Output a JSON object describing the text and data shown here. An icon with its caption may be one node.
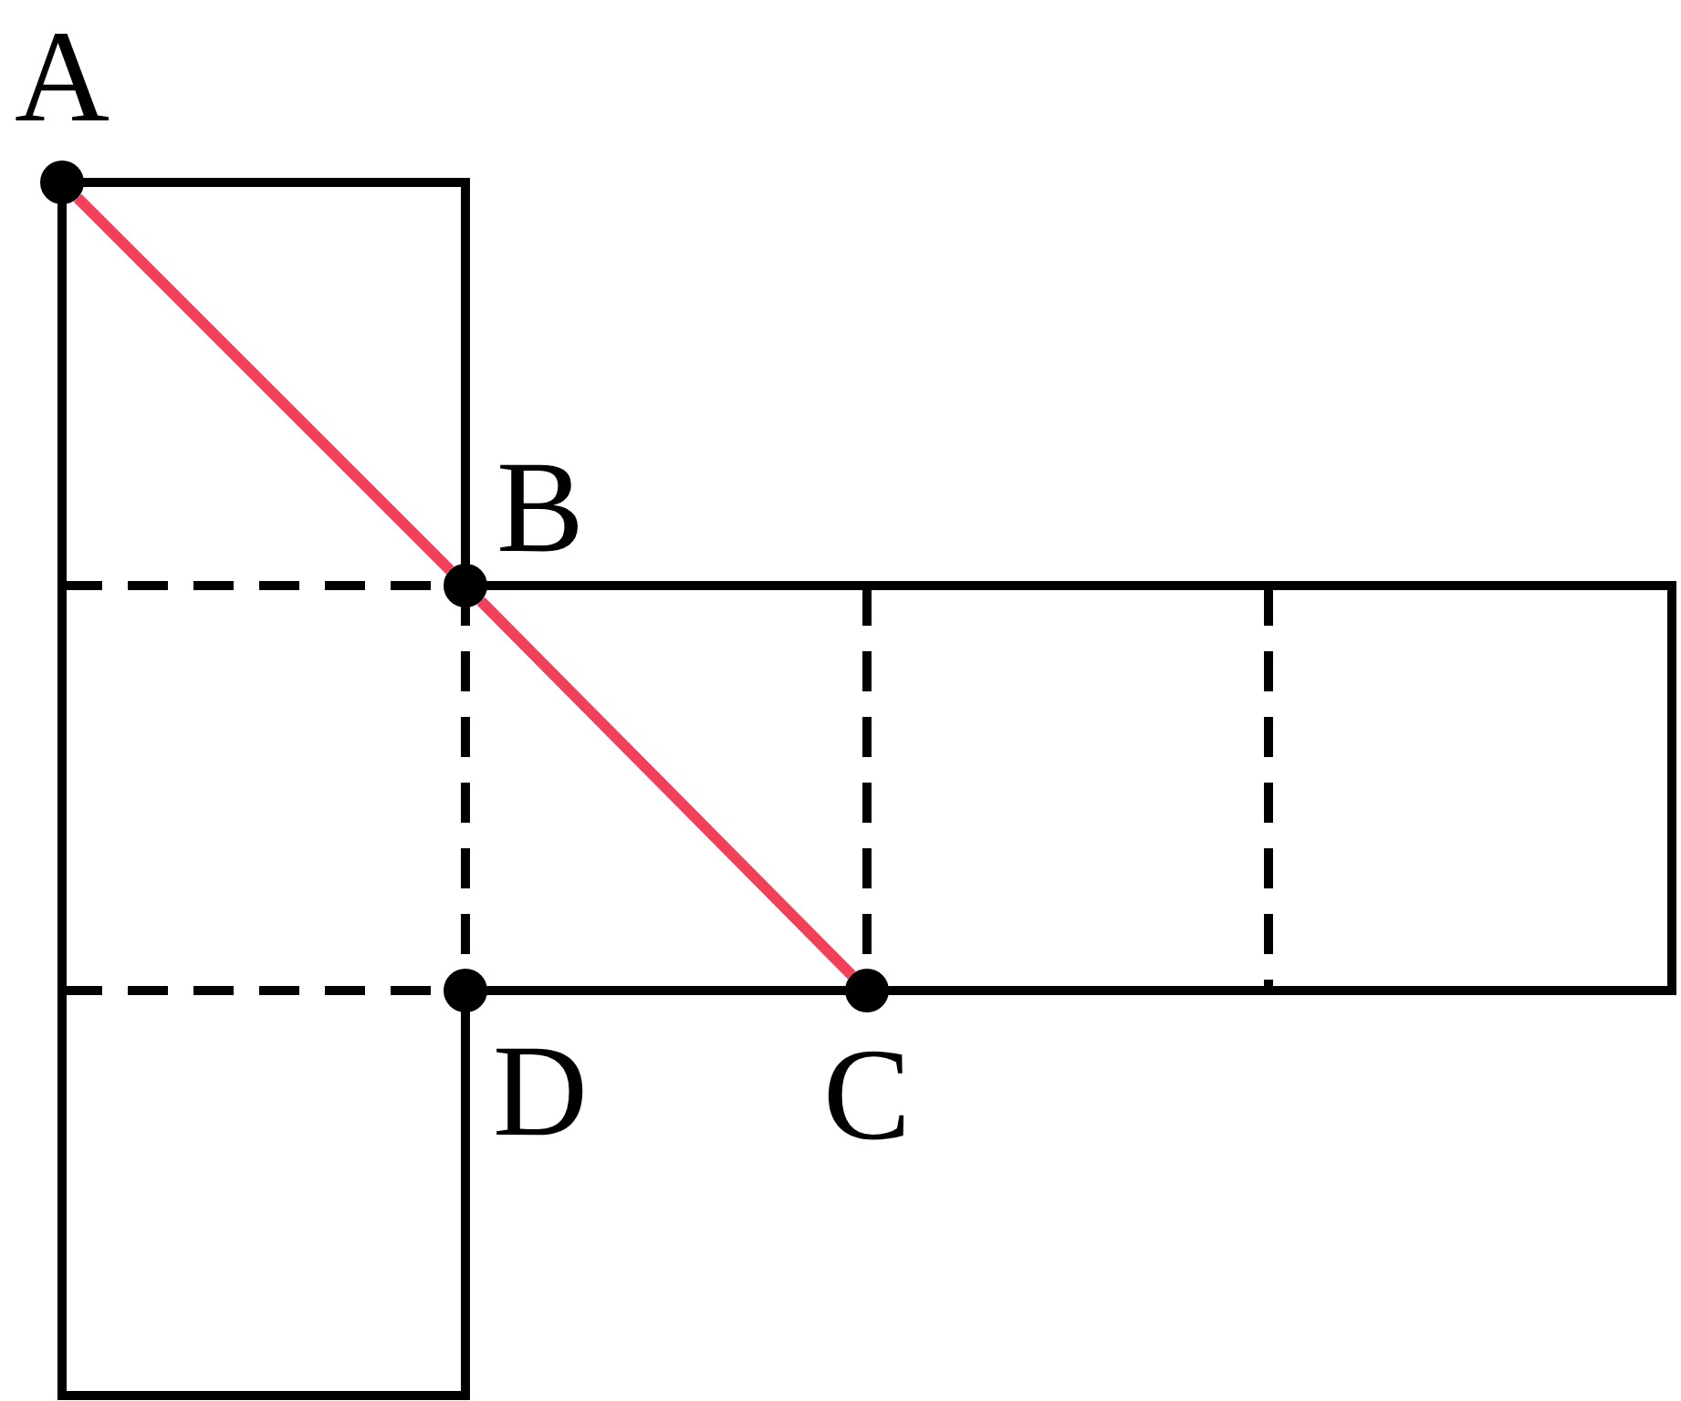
{
  "diagram": {
    "nodes": [
      {
        "text": [],
        "shape": "circle"
      },
      {
        "text": [],
        "shape": "circle"
      },
      {
        "text": [],
        "shape": "circle"
      },
      {
        "text": [],
        "shape": "circle"
      }
    ],
    "edges": [
      {
        "from": 0,
        "to": 1,
        "arrow": "none"
      },
      {
        "from": 1,
        "to": 3,
        "arrow": "none"
      }
    ],
    "labels": [
      "A",
      "B",
      "D",
      "C"
    ]
  }
}
